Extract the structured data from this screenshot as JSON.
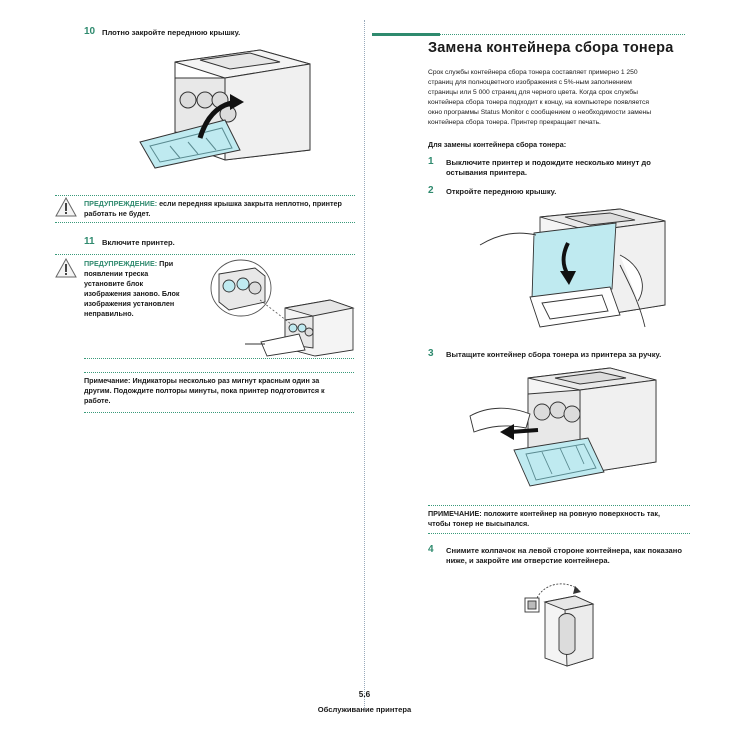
{
  "left": {
    "step10": {
      "num": "10",
      "text": "Плотно закройте переднюю крышку."
    },
    "warning1": {
      "label": "Предупреждение:",
      "text": "если передняя крышка закрыта неплотно, принтер работать не будет."
    },
    "step11": {
      "num": "11",
      "text": "Включите принтер."
    },
    "warning2": {
      "label": "Предупреждение:",
      "lines": [
        "При",
        "появлении треска",
        "установите блок",
        "изображения заново. Блок",
        "изображения установлен",
        "неправильно."
      ]
    },
    "note": {
      "label": "Примечание:",
      "lines": [
        "Индикаторы несколько раз мигнут красным один за",
        "другим. Подождите полторы минуты, пока принтер подготовится к",
        "работе."
      ]
    }
  },
  "right": {
    "title": "Замена контейнера сбора тонера",
    "intro": [
      "Срок службы контейнера сбора тонера составляет примерно 1 250",
      "страниц для полноцветного изображения с 5%-ным заполнением",
      "страницы или 5 000 страниц для черного цвета. Когда срок службы",
      "контейнера сбора тонера подходит к концу, на компьютере появляется",
      "окно программы Status Monitor с сообщением о необходимости замены",
      "контейнера сбора тонера. Принтер прекращает печать."
    ],
    "subheading": "Для замены контейнера сбора тонера:",
    "step1": {
      "num": "1",
      "lines": [
        "Выключите принтер и подождите несколько минут до",
        "остывания принтера."
      ]
    },
    "step2": {
      "num": "2",
      "text": "Откройте переднюю крышку."
    },
    "step3": {
      "num": "3",
      "text": "Вытащите контейнер сбора тонера из принтера за ручку."
    },
    "note": {
      "label": "Примечание:",
      "lines": [
        "положите контейнер на ровную поверхность так,",
        "чтобы тонер не высыпался."
      ]
    },
    "step4": {
      "num": "4",
      "lines": [
        "Снимите колпачок на левой стороне контейнера, как показано",
        "ниже, и закройте им отверстие контейнера."
      ]
    }
  },
  "footer": {
    "page_number": "5.6",
    "section": "Обслуживание принтера"
  },
  "colors": {
    "accent": "#2f8a6e",
    "illustration_tint": "#bfeaf0"
  },
  "icons": [
    "warning-icon"
  ]
}
